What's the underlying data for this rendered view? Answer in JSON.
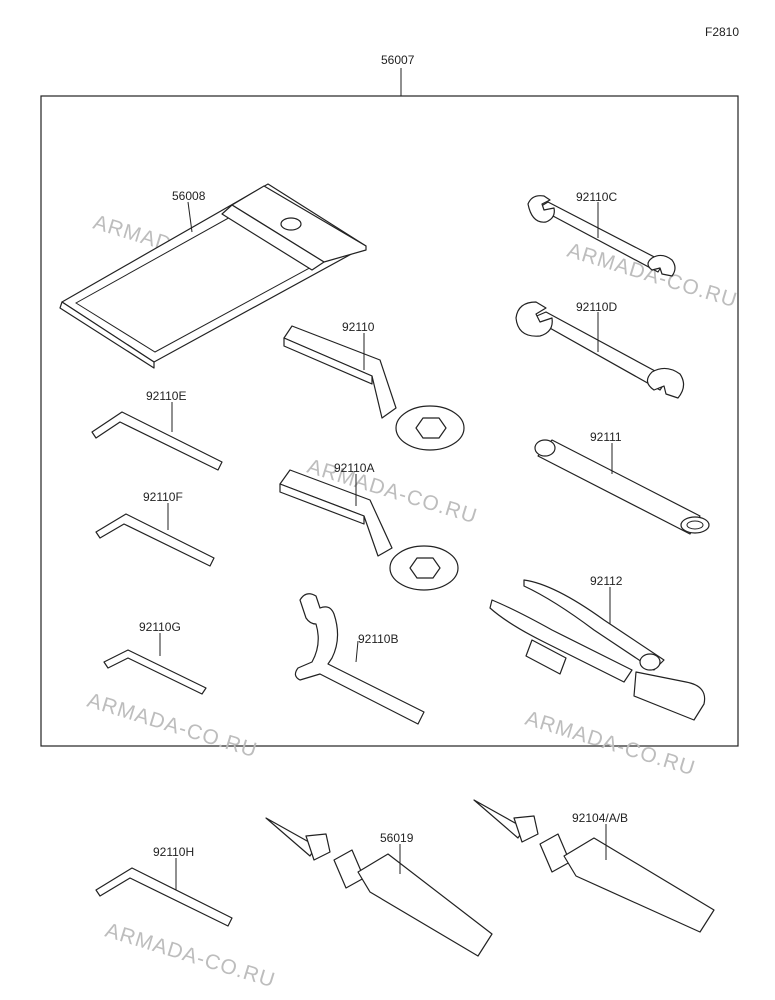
{
  "figure_code": "F2810",
  "kit_number": "56007",
  "watermarks": [
    "ARMADA-CO.RU",
    "ARMADA-CO.RU",
    "ARMADA-CO.RU",
    "ARMADA-CO.RU",
    "ARMADA-CO.RU",
    "ARMADA-CO.RU"
  ],
  "parts": {
    "tool_bag": "56008",
    "wrench_c": "92110C",
    "wrench_d": "92110D",
    "ring_wrench": "92110",
    "ring_wrench_a": "92110A",
    "hex_key_e": "92110E",
    "hex_key_f": "92110F",
    "hex_key_g": "92110G",
    "hex_key_h": "92110H",
    "handle": "92111",
    "pliers": "92112",
    "spanner_b": "92110B",
    "grease_56019": "56019",
    "grease_92104": "92104/A/B"
  },
  "colors": {
    "line": "#222222",
    "watermark": "#bdbdbd",
    "background": "#ffffff"
  }
}
